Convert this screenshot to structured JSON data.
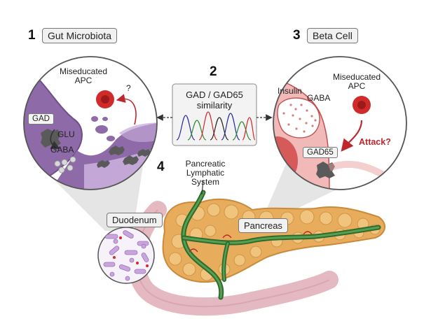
{
  "panels": {
    "gut": {
      "number": "1",
      "title": "Gut Microbiota",
      "apc_label": "Miseducated\nAPC",
      "question": "?",
      "gad_box": "GAD",
      "glu": "GLU",
      "gaba": "GABA"
    },
    "similarity": {
      "number": "2",
      "text": "GAD / GAD65\nsimilarity"
    },
    "beta": {
      "number": "3",
      "title": "Beta Cell",
      "insulin": "Insulin",
      "gaba": "GABA",
      "apc_label": "Miseducated\nAPC",
      "attack": "Attack?",
      "gad65_box": "GAD65"
    },
    "lymph": {
      "number": "4",
      "text": "Pancreatic Lymphatic\nSystem"
    }
  },
  "organs": {
    "duodenum": "Duodenum",
    "pancreas": "Pancreas"
  },
  "colors": {
    "purple": "#8e6aa8",
    "apc_red": "#d02a2a",
    "pancreas": "#e8ad5c",
    "lymph_green": "#3c7a3a",
    "beta_pink": "#f2b9b9",
    "attack_red": "#c0262d"
  }
}
